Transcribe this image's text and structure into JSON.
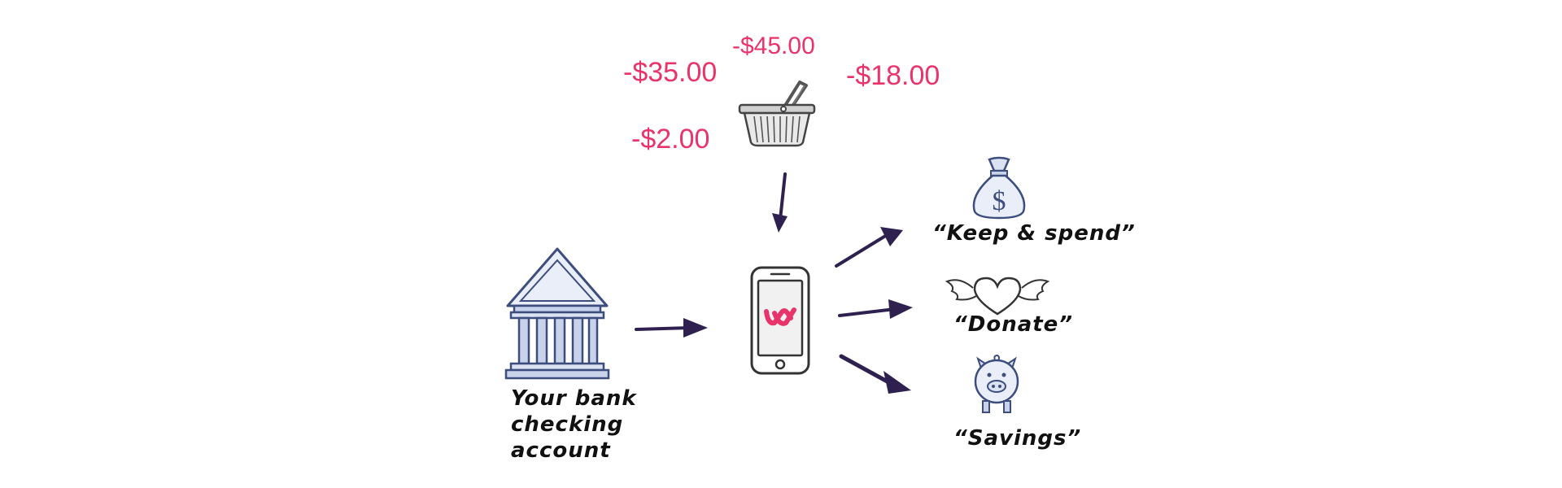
{
  "amounts": {
    "a1": "-$35.00",
    "a2": "-$45.00",
    "a3": "-$18.00",
    "a4": "-$2.00"
  },
  "labels": {
    "bank_line1": "Your bank",
    "bank_line2": "checking",
    "bank_line3": "account",
    "keep_spend": "“Keep & spend”",
    "donate": "“Donate”",
    "savings": "“Savings”"
  },
  "colors": {
    "amount": "#e8336b",
    "arrow": "#2e2150",
    "icon_stroke": "#4a5a8a",
    "app_logo": "#e8336b"
  },
  "icons": [
    "basket-icon",
    "bank-icon",
    "phone-icon",
    "money-bag-icon",
    "winged-heart-icon",
    "piggy-bank-icon"
  ]
}
